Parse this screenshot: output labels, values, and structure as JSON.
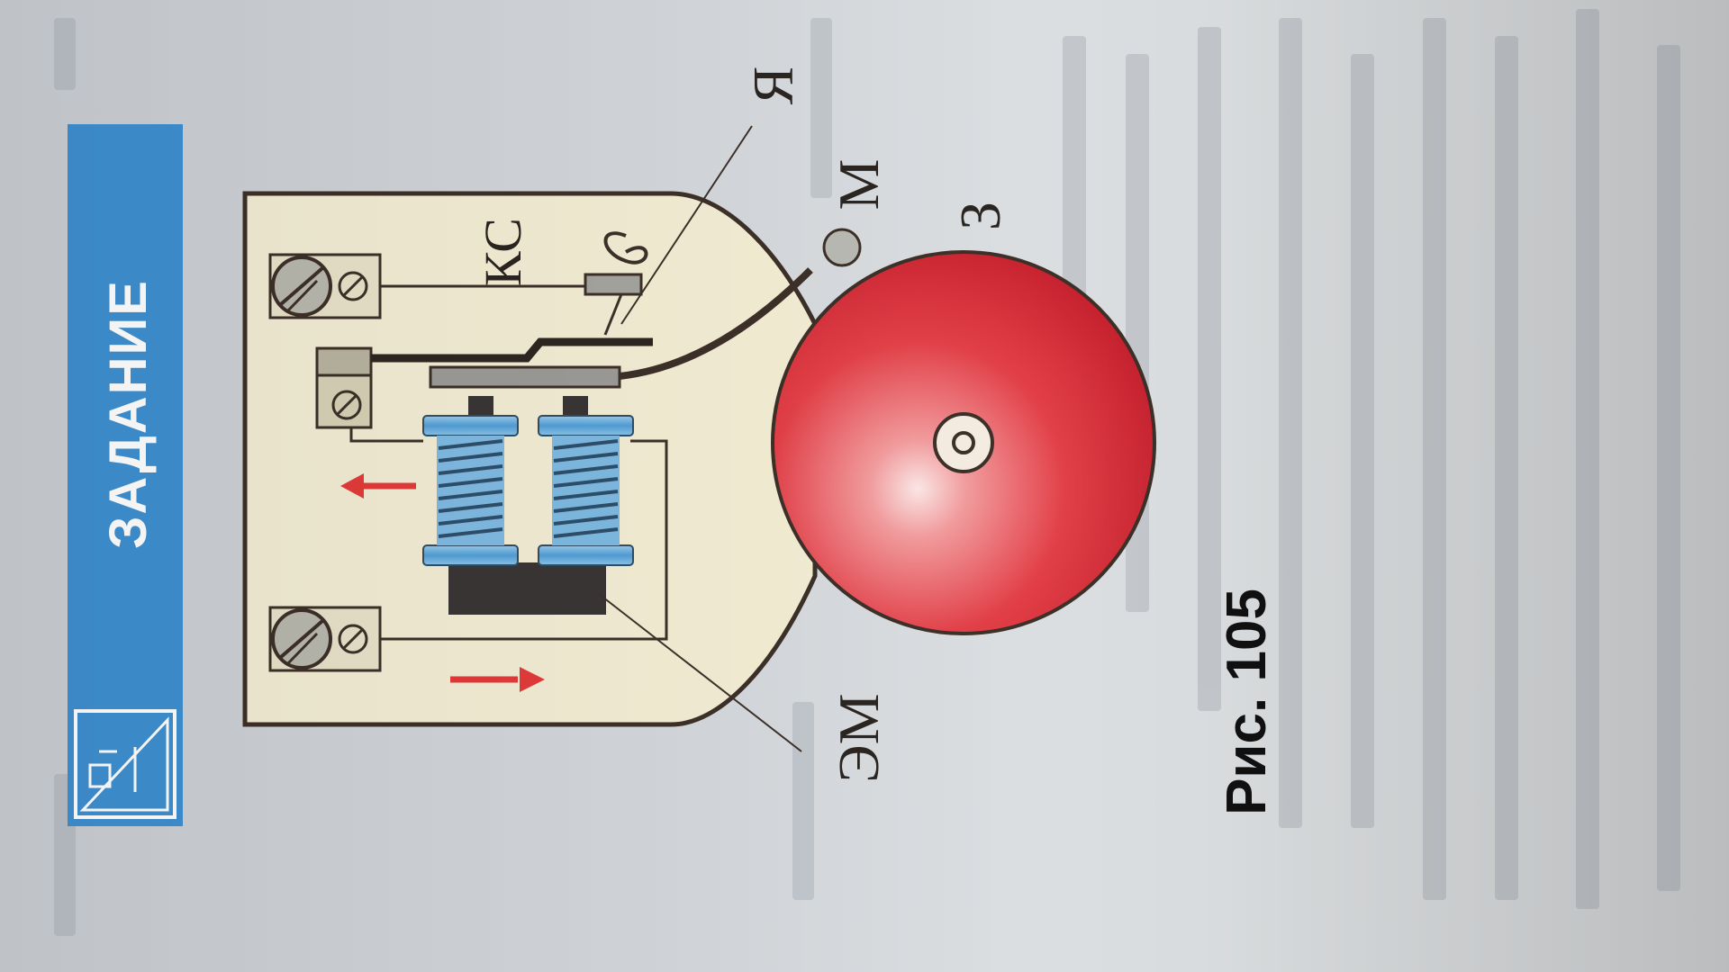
{
  "badge": {
    "label": "ЗАДАНИЕ",
    "color": "#3f8fd0"
  },
  "labels": {
    "ya": "Я",
    "m": "М",
    "z": "З",
    "ks": "КС",
    "em": "ЭМ"
  },
  "caption": "Рис. 105",
  "colors": {
    "bell": "#e0303c",
    "plate": "#f1ecd4",
    "outline": "#3c3028",
    "coil": "#6fb3df",
    "arrow": "#e23a3a"
  },
  "icons": [
    "task-icon",
    "screw-icon",
    "arrow-up-icon",
    "arrow-down-icon"
  ]
}
